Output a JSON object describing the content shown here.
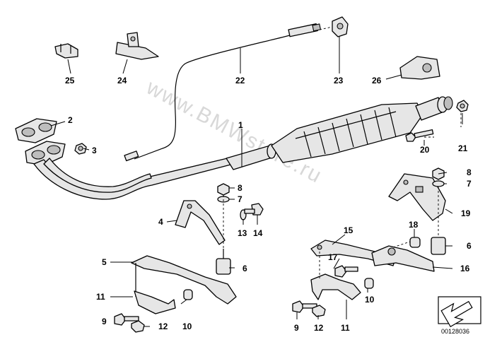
{
  "watermark": "www.BMWstore.ru",
  "diagram_code": "00128036",
  "callouts": [
    "1",
    "2",
    "3",
    "4",
    "5",
    "6",
    "6",
    "7",
    "7",
    "8",
    "8",
    "9",
    "9",
    "10",
    "10",
    "11",
    "11",
    "12",
    "12",
    "13",
    "14",
    "15",
    "16",
    "17",
    "18",
    "19",
    "20",
    "21",
    "22",
    "23",
    "24",
    "25",
    "26"
  ],
  "nav_icon": "arrow-down-right-icon"
}
